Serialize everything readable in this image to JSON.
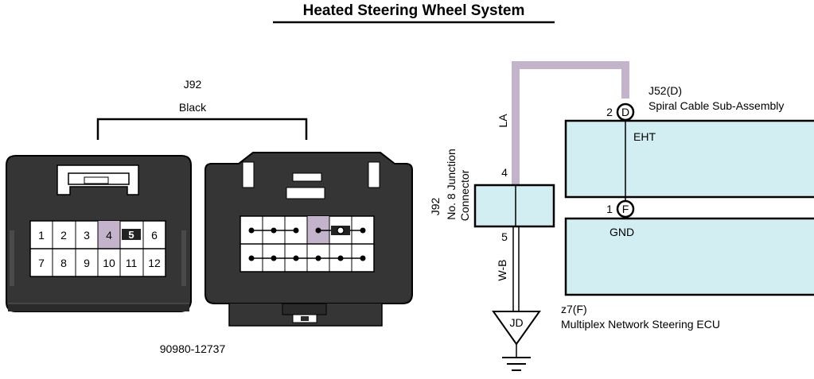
{
  "title": "Heated Steering Wheel System",
  "connector": {
    "id": "J92",
    "color": "Black",
    "part_number": "90980-12737",
    "pins_top": [
      "1",
      "2",
      "3",
      "4",
      "5",
      "6"
    ],
    "pins_bottom": [
      "7",
      "8",
      "9",
      "10",
      "11",
      "12"
    ],
    "highlight_pin": "4",
    "highlight_color": "#c3b3cb"
  },
  "schematic": {
    "junction": {
      "id": "J92",
      "line1": "No. 8 Junction",
      "line2": "Connector",
      "pin_top": "4",
      "pin_bottom": "5"
    },
    "wire_la": "LA",
    "wire_wb": "W-B",
    "spiral": {
      "id": "J52(D)",
      "name": "Spiral Cable Sub-Assembly",
      "pin_d_num": "2",
      "pin_d": "D",
      "pin_f_num": "1",
      "pin_f": "F",
      "eht": "EHT",
      "gnd": "GND"
    },
    "ecu": {
      "id": "z7(F)",
      "name": "Multiplex Network Steering ECU"
    },
    "ground": "JD",
    "colors": {
      "box_fill": "#d3eef2",
      "la_wire": "#c3b3cb"
    }
  }
}
